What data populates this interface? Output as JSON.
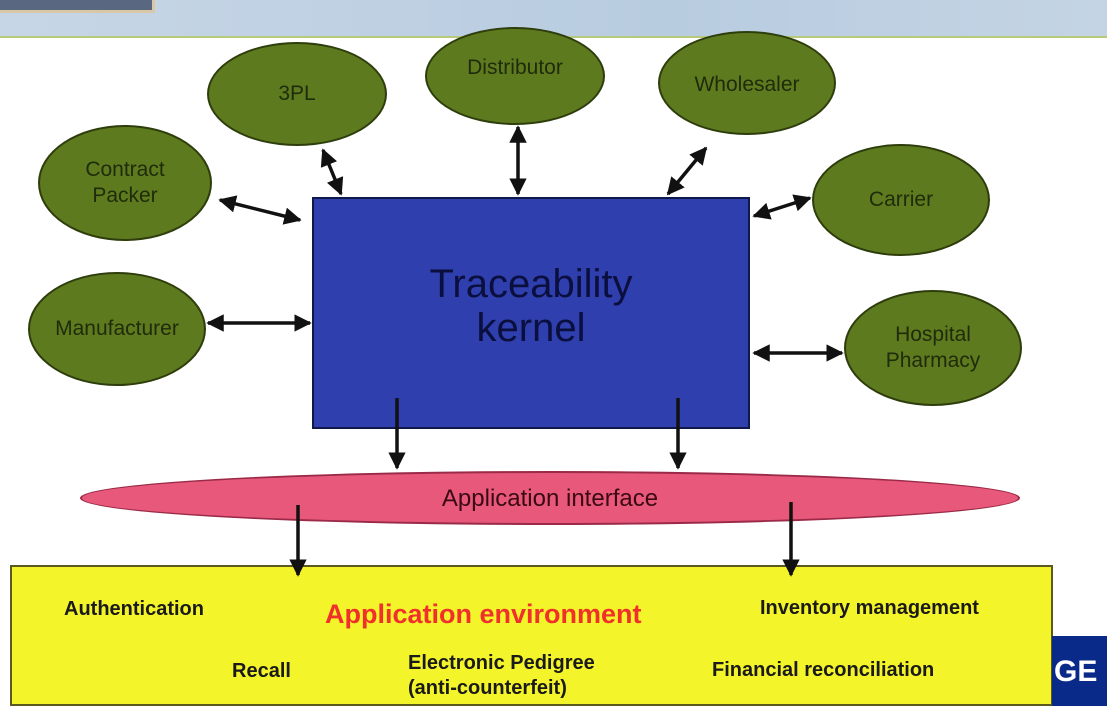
{
  "nodes": {
    "three_pl": "3PL",
    "distributor": "Distributor",
    "wholesaler": "Wholesaler",
    "contract_packer": "Contract\nPacker",
    "carrier": "Carrier",
    "manufacturer": "Manufacturer",
    "hospital_pharmacy": "Hospital\nPharmacy"
  },
  "kernel": {
    "title": "Traceability\nkernel"
  },
  "application_interface": {
    "label": "Application interface"
  },
  "application_environment": {
    "title": "Application environment",
    "items": {
      "authentication": "Authentication",
      "inventory_management": "Inventory management",
      "recall": "Recall",
      "electronic_pedigree": "Electronic Pedigree\n(anti-counterfeit)",
      "financial_reconciliation": "Financial reconciliation"
    }
  },
  "logo": {
    "text": "GE"
  },
  "colors": {
    "node_fill": "#5d7a1f",
    "kernel_fill": "#2f3fae",
    "interface_fill": "#e8587a",
    "environment_fill": "#f4f42a",
    "environment_title": "#f0302a"
  }
}
